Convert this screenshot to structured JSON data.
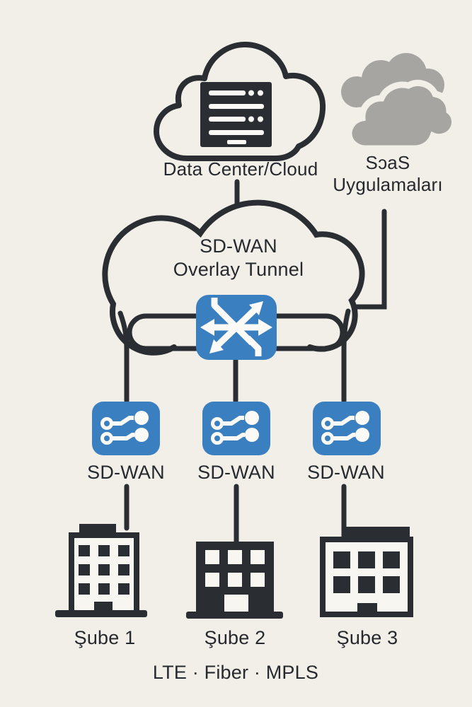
{
  "colors": {
    "background": "#f2efe8",
    "ink": "#2a2e33",
    "accent_blue": "#3a80c1",
    "saas_gray": "#a7a5a2",
    "icon_white": "#fbfaf7"
  },
  "data_center": {
    "label": "Data Center/Cloud",
    "icon": "cloud-server-icon"
  },
  "saas": {
    "label_line1": "SɔaS",
    "label_line2": "Uygulamaları",
    "icon": "double-cloud-icon"
  },
  "overlay": {
    "label_line1": "SD-WAN",
    "label_line2": "Overlay Tunnel",
    "icon": "router-cross-arrows-icon"
  },
  "edges": [
    {
      "label": "SD-WAN",
      "icon": "network-link-icon"
    },
    {
      "label": "SD-WAN",
      "icon": "network-link-icon"
    },
    {
      "label": "SD-WAN",
      "icon": "network-link-icon"
    }
  ],
  "branches": [
    {
      "label": "Şube 1",
      "icon": "building-icon"
    },
    {
      "label": "Şube 2",
      "icon": "building-icon"
    },
    {
      "label": "Şube 3",
      "icon": "building-icon"
    }
  ],
  "transport": {
    "label": "LTE · Fiber · MPLS"
  }
}
